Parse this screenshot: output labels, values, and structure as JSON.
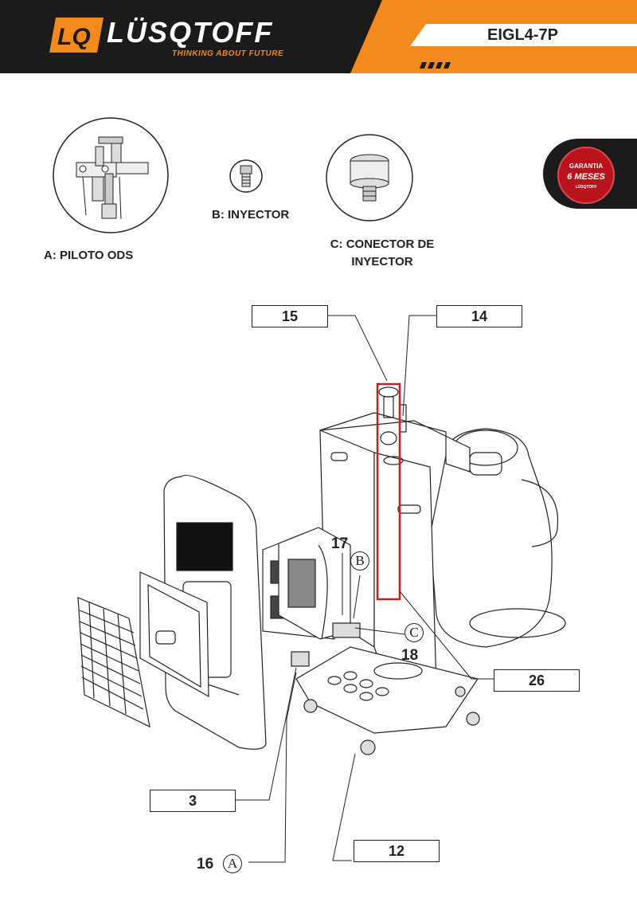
{
  "header": {
    "logo_mark": "LQ",
    "brand": "LÜSQTOFF",
    "tagline": "THINKING ABOUT FUTURE",
    "model": "EIGL4-7P"
  },
  "parts": [
    {
      "label": "A: PILOTO ODS"
    },
    {
      "label": "B: INYECTOR"
    },
    {
      "label_line1": "C: CONECTOR DE",
      "label_line2": "INYECTOR"
    }
  ],
  "warranty_badge": {
    "line1": "GARANTIA",
    "line2": "6 MESES",
    "line3": "LÜSQTOFF"
  },
  "callouts": {
    "c15": "15",
    "c14": "14",
    "c17": "17",
    "c18": "18",
    "c26": "26",
    "c3": "3",
    "c12": "12",
    "c16": "16",
    "circle_a": "A",
    "circle_b": "B",
    "circle_c": "C"
  },
  "colors": {
    "orange": "#f28a1e",
    "dark": "#1b1b1b",
    "highlight_red": "#c81e28",
    "badge_red": "#b8121b"
  }
}
